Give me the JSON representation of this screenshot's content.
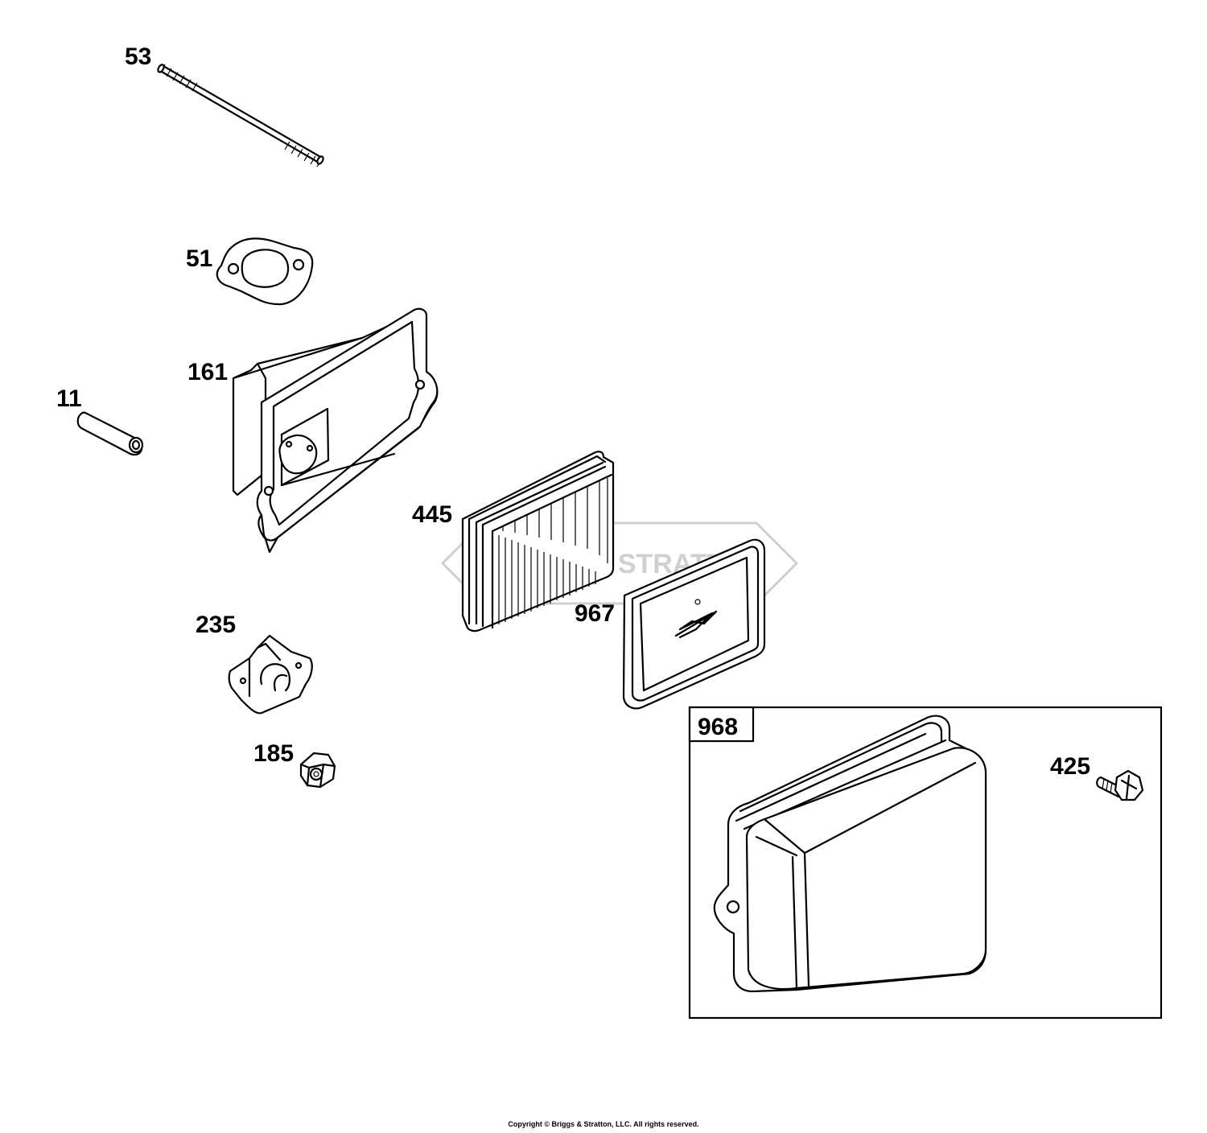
{
  "parts": [
    {
      "id": "stud",
      "number": "53"
    },
    {
      "id": "gasket",
      "number": "51"
    },
    {
      "id": "air-cleaner-base",
      "number": "161"
    },
    {
      "id": "pin",
      "number": "11"
    },
    {
      "id": "air-filter",
      "number": "445"
    },
    {
      "id": "pre-cleaner",
      "number": "967"
    },
    {
      "id": "clamp",
      "number": "235"
    },
    {
      "id": "nut",
      "number": "185"
    },
    {
      "id": "air-cleaner-cover-kit",
      "number": "968"
    },
    {
      "id": "screw",
      "number": "425"
    }
  ],
  "watermark": {
    "text": "BRIGGS & STRATTON"
  },
  "footer": {
    "copyright": "Copyright © Briggs & Stratton, LLC. All rights reserved."
  }
}
